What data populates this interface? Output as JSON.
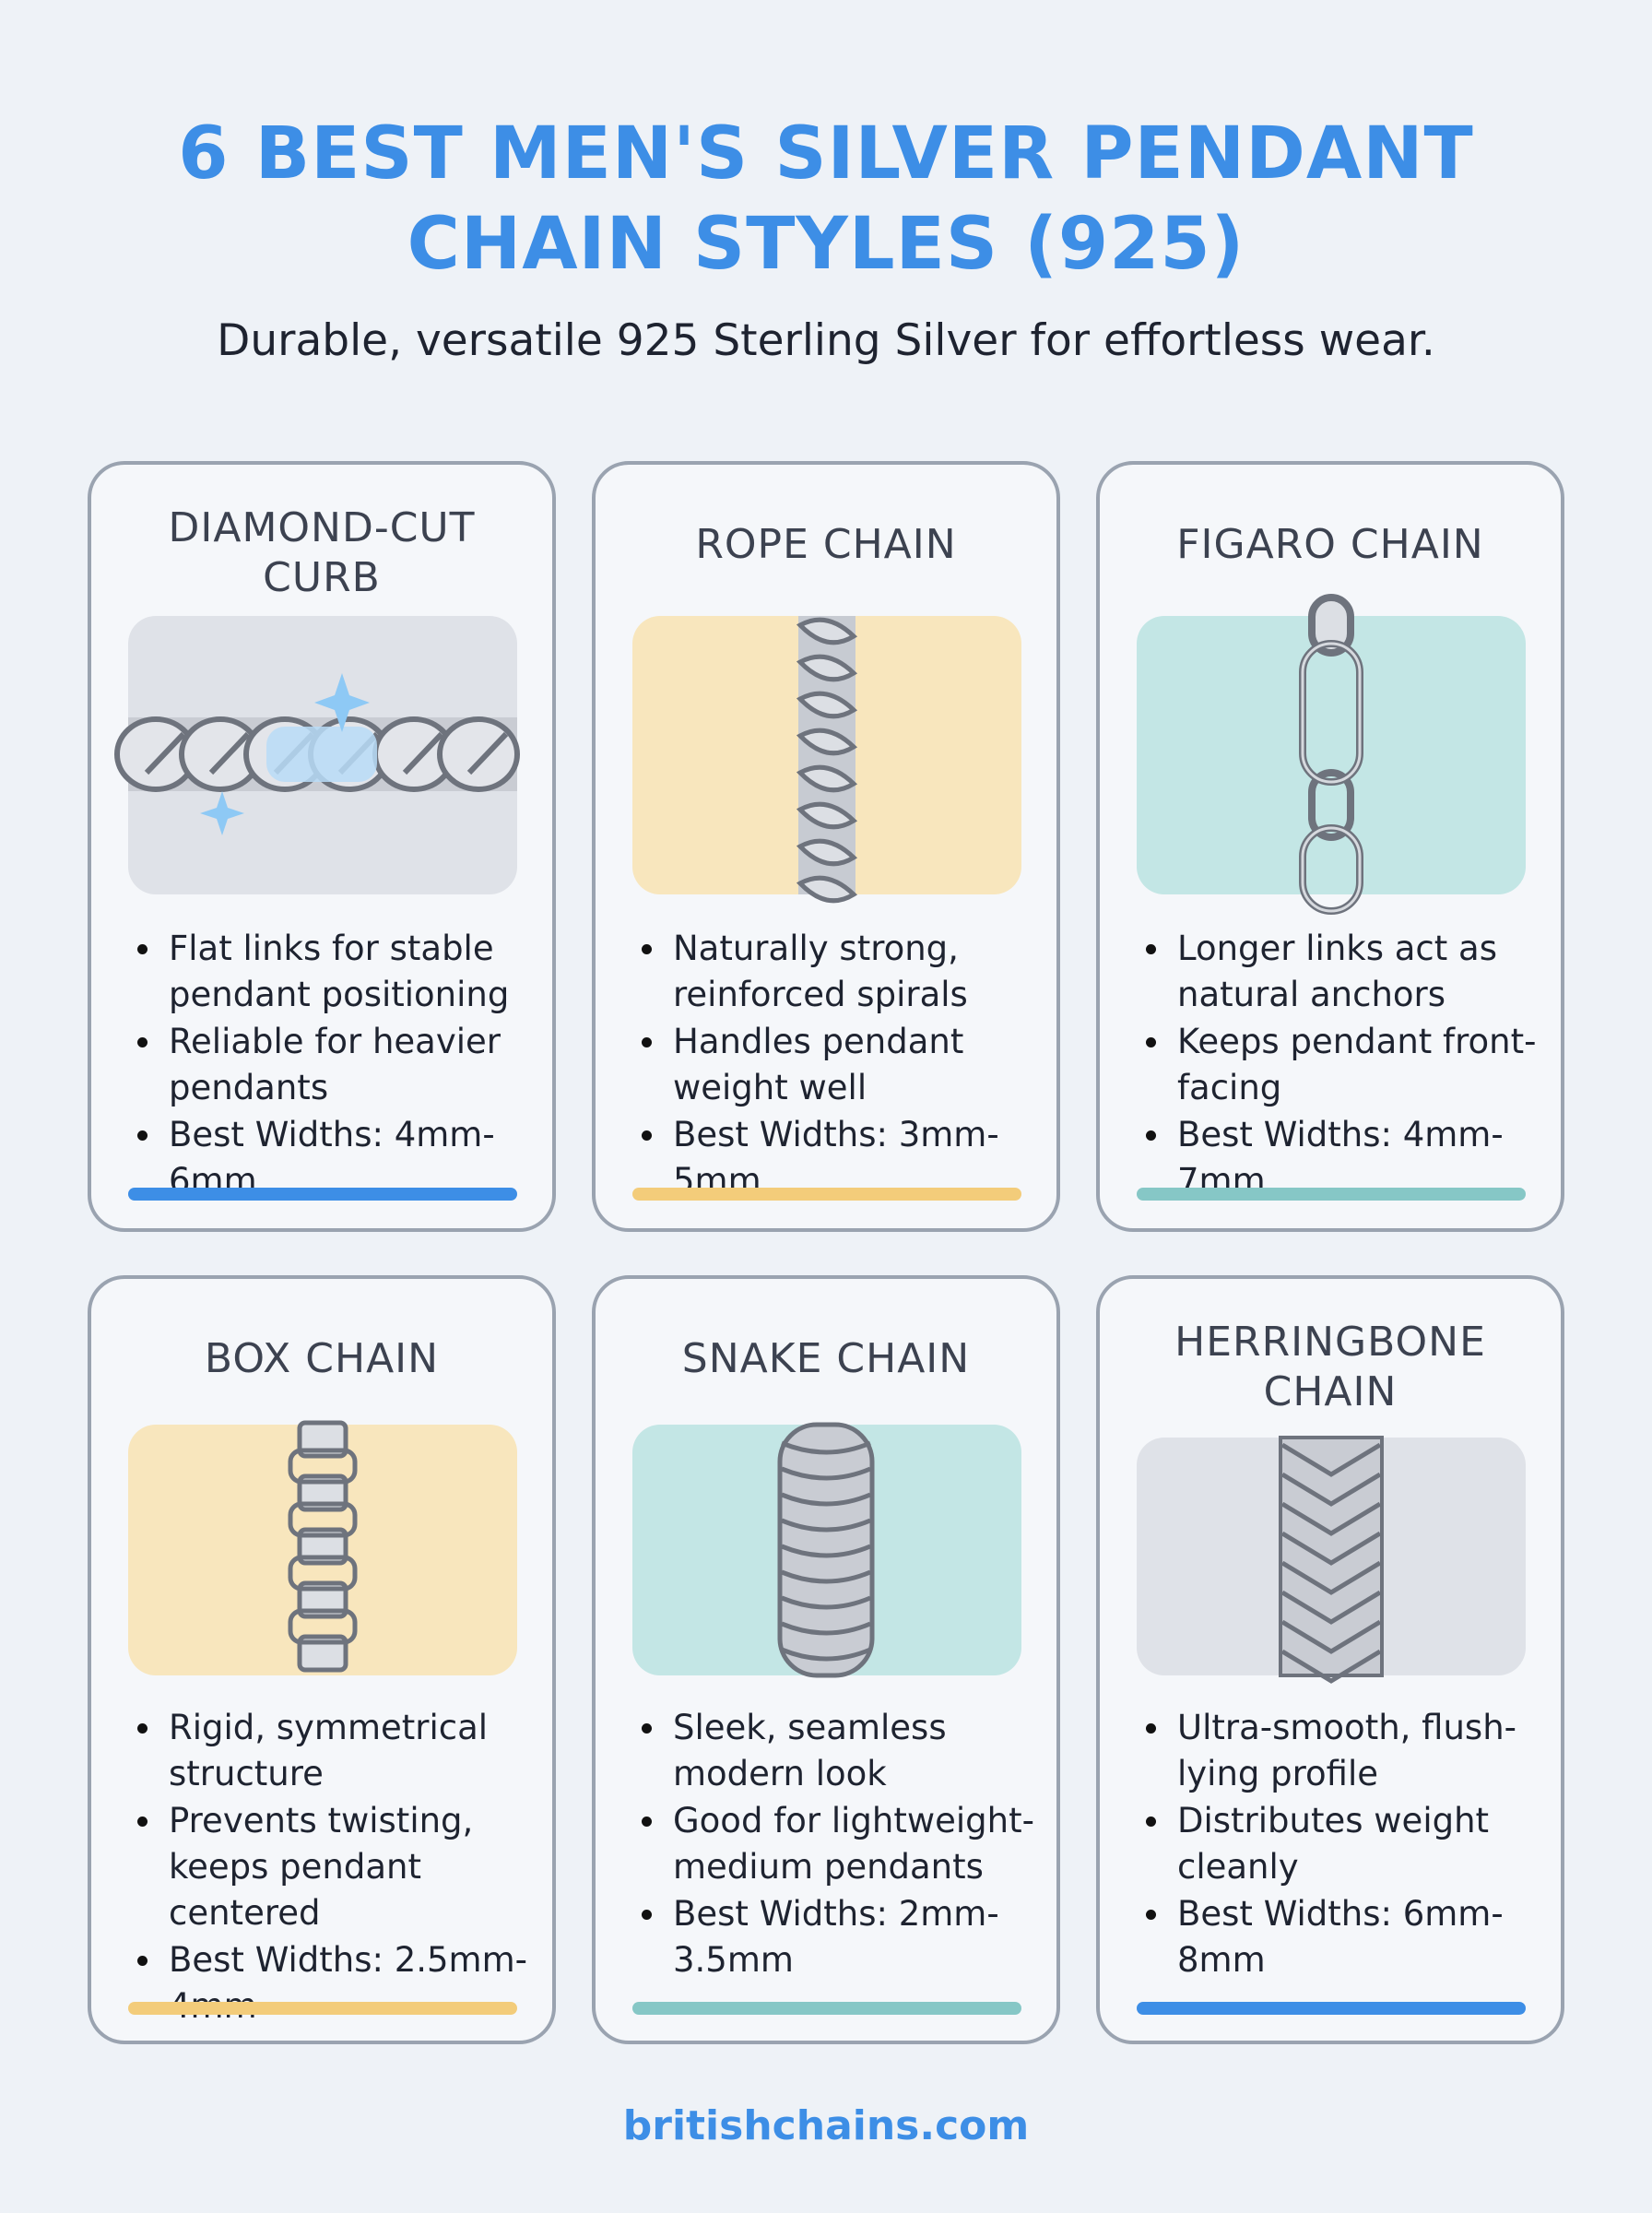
{
  "header": {
    "title_line1": "6 BEST MEN'S SILVER PENDANT",
    "title_line2": "CHAIN STYLES (925)",
    "subtitle": "Durable, versatile 925 Sterling Silver for effortless wear."
  },
  "colors": {
    "blue": "#3d8ee6",
    "yellow": "#f3cc7a",
    "teal": "#86c7c6",
    "bg_grey": "#dfe2e8",
    "bg_yellow": "#f8e6bd",
    "bg_teal": "#c3e6e5"
  },
  "cards": [
    {
      "title_line1": "DIAMOND-CUT",
      "title_line2": "CURB",
      "icon": "curb-chain-icon",
      "bullets": [
        "Flat links for stable pendant positioning",
        "Reliable for heavier pendants",
        "Best Widths: 4mm-6mm"
      ]
    },
    {
      "title_line1": "ROPE CHAIN",
      "title_line2": "",
      "icon": "rope-chain-icon",
      "bullets": [
        "Naturally strong, reinforced spirals",
        "Handles pendant weight well",
        "Best Widths: 3mm-5mm"
      ]
    },
    {
      "title_line1": "FIGARO CHAIN",
      "title_line2": "",
      "icon": "figaro-chain-icon",
      "bullets": [
        "Longer links act as natural anchors",
        "Keeps pendant front-facing",
        "Best Widths: 4mm-7mm"
      ]
    },
    {
      "title_line1": "BOX CHAIN",
      "title_line2": "",
      "icon": "box-chain-icon",
      "bullets": [
        "Rigid, symmetrical structure",
        "Prevents twisting, keeps pendant centered",
        "Best Widths: 2.5mm-4mm"
      ]
    },
    {
      "title_line1": "SNAKE CHAIN",
      "title_line2": "",
      "icon": "snake-chain-icon",
      "bullets": [
        "Sleek, seamless modern look",
        "Good for lightweight-medium pendants",
        "Best Widths: 2mm-3.5mm"
      ]
    },
    {
      "title_line1": "HERRINGBONE",
      "title_line2": "CHAIN",
      "icon": "herringbone-chain-icon",
      "bullets": [
        "Ultra-smooth, flush-lying profile",
        "Distributes weight cleanly",
        "Best Widths: 6mm-8mm"
      ]
    }
  ],
  "footer": {
    "site": "britishchains.com"
  }
}
